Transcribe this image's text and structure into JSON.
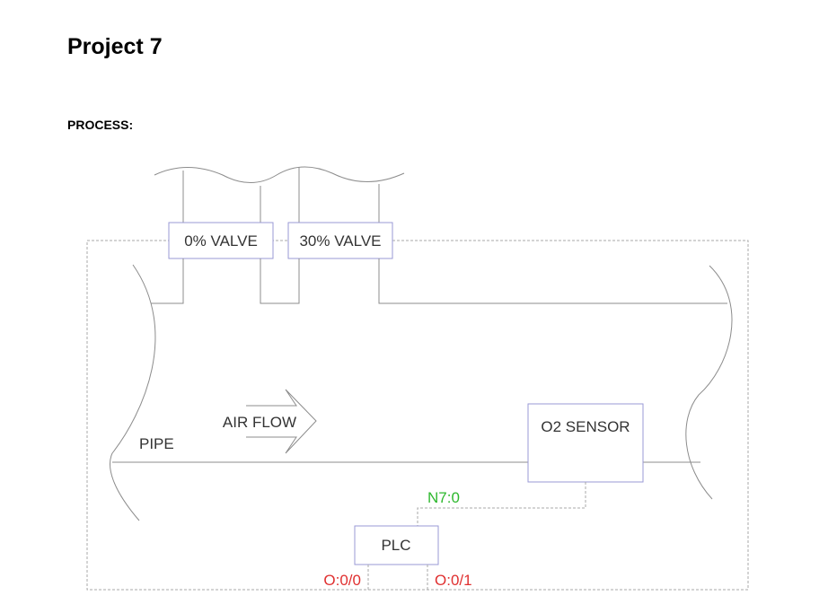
{
  "page": {
    "title": "Project 7",
    "section_heading": "PROCESS:"
  },
  "diagram": {
    "valve_left_label": "0% VALVE",
    "valve_right_label": "30% VALVE",
    "airflow_label": "AIR FLOW",
    "pipe_label": "PIPE",
    "sensor_label": "O2 SENSOR",
    "plc_label": "PLC",
    "sensor_tag": "N7:0",
    "output_left_tag": "O:0/0",
    "output_right_tag": "O:0/1"
  },
  "colors": {
    "box_stroke": "#9a9ad6",
    "line": "#8c8c8c",
    "signal_tag": "#2eb82e",
    "output_tag": "#e03030",
    "text": "#333333"
  }
}
